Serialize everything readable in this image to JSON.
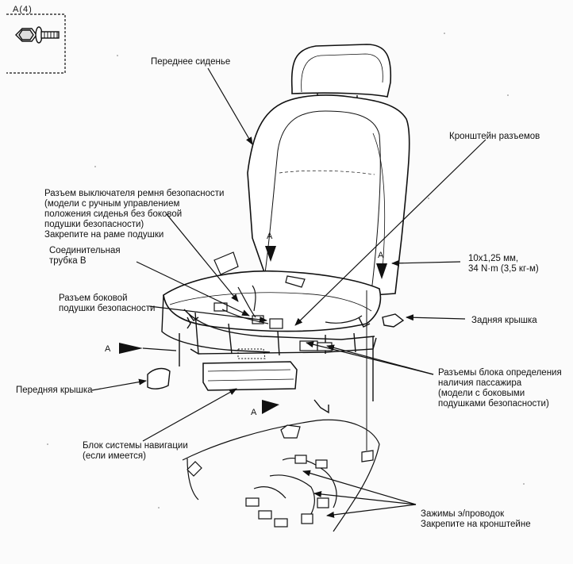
{
  "inset": {
    "label": "A(4)",
    "icon": "bolt-with-washer-icon"
  },
  "callouts": {
    "front_seat": "Переднее сиденье",
    "connector_bracket": "Кронштейн разъемов",
    "seatbelt_switch_connector": "Разъем выключателя ремня безопасности\n(модели с ручным управлением\nположения сиденья без боковой\nподушки безопасности)\nЗакрепите на раме подушки",
    "connecting_tube_b": "Соединительная\nтрубка В",
    "torque_spec": "10x1,25 мм,\n34 N·m (3,5 кг-м)",
    "side_airbag_connector": "Разъем боковой\nподушки безопасности",
    "rear_cover": "Задняя крышка",
    "occupant_detection_connectors": "Разъемы блока определения\nналичия пассажира\n(модели с боковыми\nподушками безопасности)",
    "front_cover": "Передняя крышка",
    "navigation_unit": "Блок системы навигации\n(если имеется)",
    "wire_clips": "Зажимы э/проводок\nЗакрепите на кронштейне"
  },
  "markers": {
    "a": "A"
  },
  "colors": {
    "ink": "#111111",
    "paper": "#fbfbfb"
  }
}
